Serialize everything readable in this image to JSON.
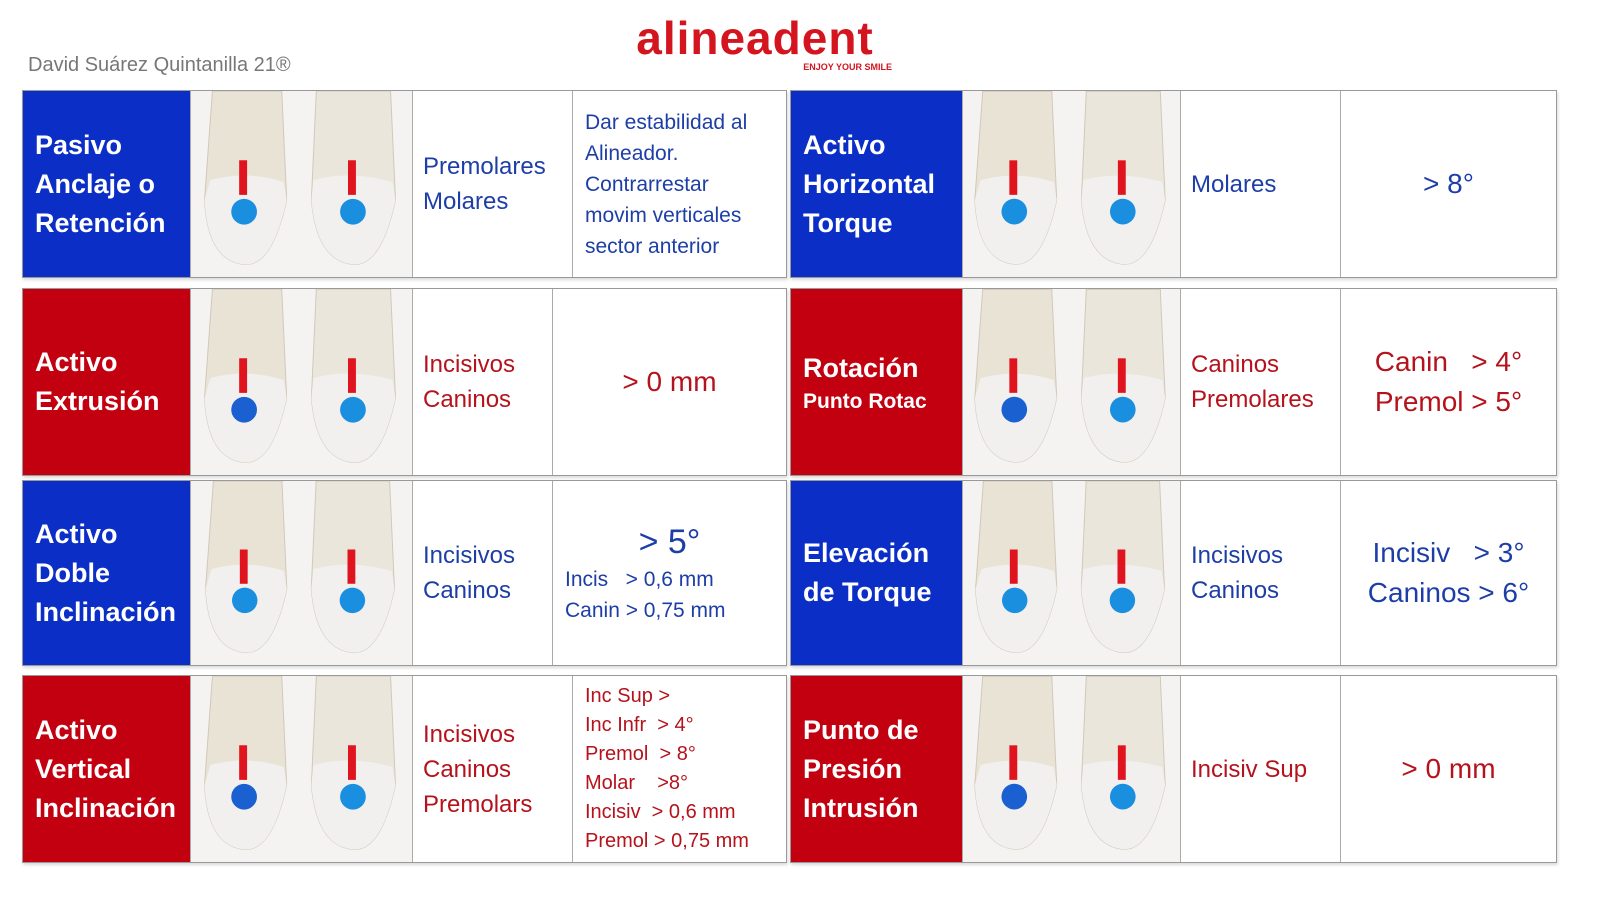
{
  "header": {
    "author": "David Suárez Quintanilla 21®",
    "brand": "alineadent",
    "tagline": "ENJOY YOUR SMILE"
  },
  "colors": {
    "blue": "#0b2fc6",
    "red": "#c30010"
  },
  "cards": [
    {
      "color": "blue",
      "title": [
        "Pasivo",
        "Anclaje o",
        "Retención"
      ],
      "teeth": [
        "Premolares",
        "Molares"
      ],
      "values": {
        "main": "",
        "lines": [
          "Dar estabilidad al",
          "Alineador.",
          "Contrarrestar",
          "movim verticales",
          "sector anterior"
        ]
      }
    },
    {
      "color": "red",
      "title": [
        "Activo",
        "Extrusión"
      ],
      "teeth": [
        "Incisivos",
        "Caninos"
      ],
      "values": {
        "main": "",
        "lines": [
          "> 0 mm"
        ]
      }
    },
    {
      "color": "blue",
      "title": [
        "Activo",
        "Doble",
        "Inclinación"
      ],
      "teeth": [
        "Incisivos",
        "Caninos"
      ],
      "values": {
        "main": "> 5°",
        "lines": [
          "Incis   > 0,6 mm",
          "Canin > 0,75 mm"
        ]
      }
    },
    {
      "color": "red",
      "title": [
        "Activo",
        "Vertical",
        "Inclinación"
      ],
      "teeth": [
        "Incisivos",
        "Caninos",
        "Premolars"
      ],
      "values": {
        "main": "",
        "lines": [
          "Inc Sup >",
          "Inc Infr  > 4°",
          "Premol  > 8°",
          "Molar    >8°",
          "Incisiv  > 0,6 mm",
          "Premol > 0,75 mm"
        ]
      }
    },
    {
      "color": "blue",
      "title": [
        "Activo",
        "Horizontal",
        "Torque"
      ],
      "teeth": [
        "Molares"
      ],
      "values": {
        "main": "",
        "lines": [
          "> 8°"
        ]
      }
    },
    {
      "color": "red",
      "title": [
        "Rotación"
      ],
      "subtitle": "Punto Rotac",
      "teeth": [
        "Caninos",
        "Premolares"
      ],
      "values": {
        "main": "",
        "lines": [
          "Canin   > 4°",
          "Premol > 5°"
        ]
      }
    },
    {
      "color": "blue",
      "title": [
        "Elevación",
        "de Torque"
      ],
      "teeth": [
        "Incisivos",
        "Caninos"
      ],
      "values": {
        "main": "",
        "lines": [
          "Incisiv   > 3°",
          "Caninos > 6°"
        ]
      }
    },
    {
      "color": "red",
      "title": [
        "Punto de",
        "Presión",
        "Intrusión"
      ],
      "teeth": [
        "Incisiv Sup"
      ],
      "values": {
        "main": "",
        "lines": [
          "> 0 mm"
        ]
      }
    }
  ]
}
